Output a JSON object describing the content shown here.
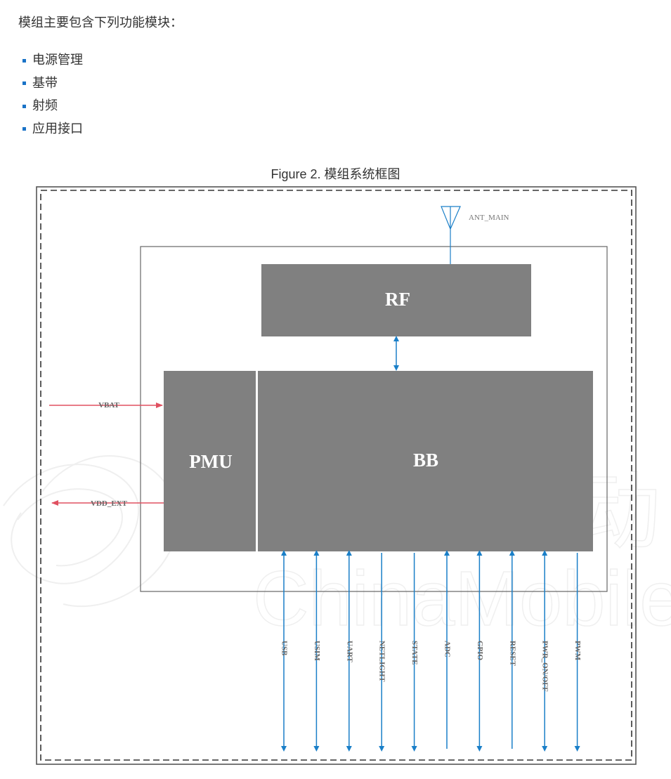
{
  "intro": "模组主要包含下列功能模块：",
  "bullets": [
    "电源管理",
    "基带",
    "射频",
    "应用接口"
  ],
  "figure_title": "Figure 2. 模组系统框图",
  "diagram": {
    "antenna_label": "ANT_MAIN",
    "blocks": {
      "rf": "RF",
      "pmu": "PMU",
      "bb": "BB"
    },
    "power_signals": {
      "vbat": "VBAT",
      "vdd_ext": "VDD_EXT"
    },
    "interfaces": [
      {
        "label": "USB",
        "dir": "both"
      },
      {
        "label": "USIM",
        "dir": "both"
      },
      {
        "label": "UART",
        "dir": "both"
      },
      {
        "label": "NETLIGHT",
        "dir": "out"
      },
      {
        "label": "STATE",
        "dir": "out"
      },
      {
        "label": "ADC",
        "dir": "in"
      },
      {
        "label": "GPIO",
        "dir": "both"
      },
      {
        "label": "RESET",
        "dir": "in"
      },
      {
        "label": "PWR_ON/OFF",
        "dir": "both"
      },
      {
        "label": "PWM",
        "dir": "out"
      }
    ],
    "colors": {
      "block": "#808080",
      "blue": "#1a7fc8",
      "red": "#e05060",
      "frame": "#555555"
    }
  },
  "watermark": {
    "text": "ChinaMobile",
    "glyph": "动"
  }
}
